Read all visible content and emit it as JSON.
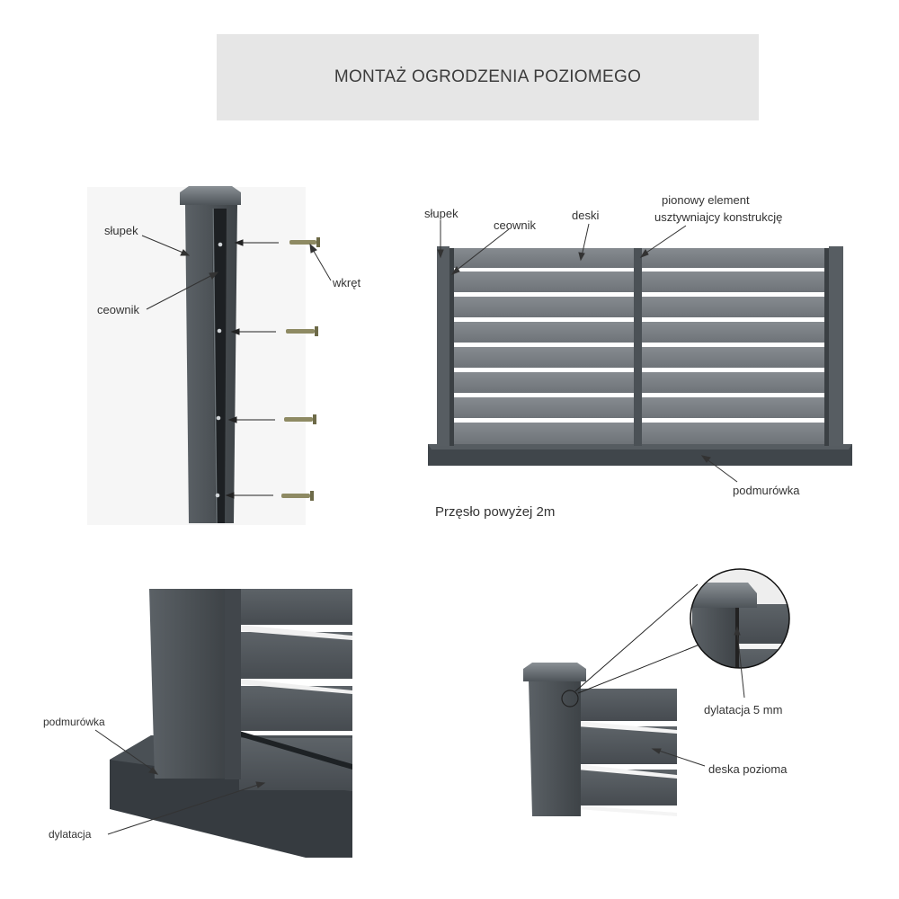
{
  "title": "MONTAŻ OGRODZENIA POZIOMEGO",
  "panel_post": {
    "label_post": "słupek",
    "label_channel": "ceownik",
    "label_screw": "wkręt"
  },
  "panel_fence": {
    "label_post": "słupek",
    "label_channel": "ceownik",
    "label_boards": "deski",
    "label_stiffener_line1": "pionowy element",
    "label_stiffener_line2": "usztywniajcy konstrukcję",
    "label_foundation": "podmurówka",
    "caption": "Przęsło powyżej 2m"
  },
  "panel_corner": {
    "label_foundation": "podmurówka",
    "label_gap": "dylatacja"
  },
  "panel_detail": {
    "label_gap": "dylatacja 5 mm",
    "label_board": "deska pozioma"
  },
  "colors": {
    "post": "#4d5358",
    "post_light": "#6b7176",
    "board": "#7d8287",
    "gap": "#f2f2f2",
    "foundation": "#3f454a",
    "title_bg": "#e6e6e6"
  }
}
